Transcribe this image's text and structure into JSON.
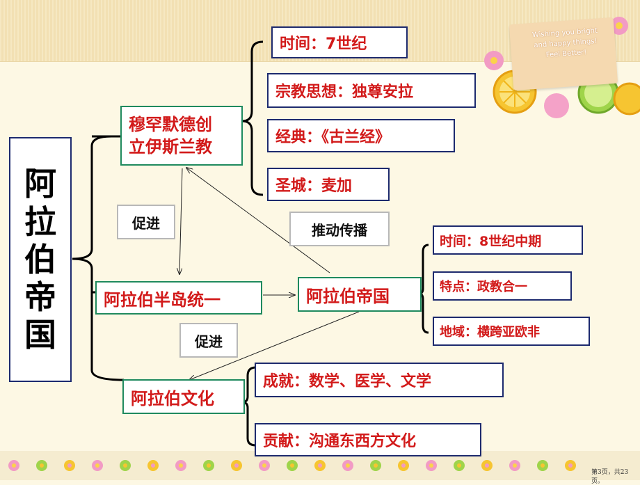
{
  "main_title": [
    "阿",
    "拉",
    "伯",
    "帝",
    "国"
  ],
  "nodes": {
    "muhammad": "穆罕默德创立伊斯兰教",
    "muhammad_line1": "穆罕默德创",
    "muhammad_line2": "立伊斯兰教",
    "peninsula": "阿拉伯半岛统一",
    "empire": "阿拉伯帝国",
    "culture": "阿拉伯文化"
  },
  "religion_details": [
    "时间：7世纪",
    "宗教思想：独尊安拉",
    "经典：《古兰经》",
    "圣城：麦加"
  ],
  "empire_details": [
    "时间：8世纪中期",
    "特点：政教合一",
    "地域：横跨亚欧非"
  ],
  "culture_details": [
    "成就：数学、医学、文学",
    "贡献：沟通东西方文化"
  ],
  "relations": {
    "promote_1": "促进",
    "promote_2": "促进",
    "spread": "推动传播"
  },
  "decoration": {
    "card_lines": [
      "Wishing you bright",
      "and happy things!",
      "Feel Better!"
    ]
  },
  "footer": {
    "page_number": "第3页，共23页。"
  },
  "colors": {
    "accent_red": "#d21a1a",
    "border_navy": "#1d2a6e",
    "border_teal": "#1f8a5e",
    "border_gray": "#b8b8b8"
  }
}
